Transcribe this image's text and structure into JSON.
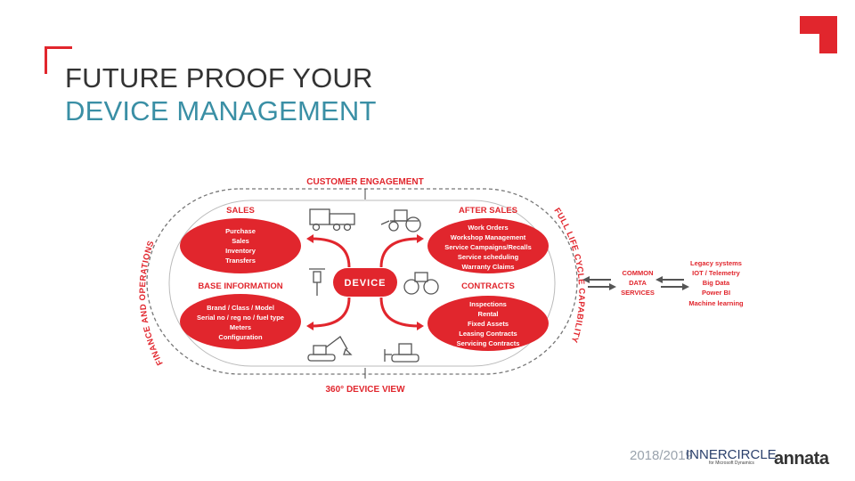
{
  "slide": {
    "title_line1": "FUTURE PROOF YOUR",
    "title_line2": "DEVICE MANAGEMENT",
    "accent_color": "#e1262d",
    "title_color": "#333333",
    "subtitle_color": "#3a8fa5"
  },
  "diagram": {
    "top_label": "CUSTOMER  ENGAGEMENT",
    "bottom_label": "360° DEVICE VIEW",
    "left_arc_label": "FINANCE AND OPERATIONS",
    "right_arc_label": "FULL LIFE CYCLE CAPABILITY",
    "center_label": "DEVICE",
    "sales": {
      "heading": "SALES",
      "items": [
        "Purchase",
        "Sales",
        "Inventory",
        "Transfers"
      ]
    },
    "base_information": {
      "heading": "BASE INFORMATION",
      "items": [
        "Brand / Class / Model",
        "Serial no / reg no / fuel type",
        "Meters",
        "Configuration"
      ]
    },
    "after_sales": {
      "heading": "AFTER SALES",
      "items": [
        "Work Orders",
        "Workshop Management",
        "Service Campaigns/Recalls",
        "Service scheduling",
        "Warranty Claims"
      ]
    },
    "contracts": {
      "heading": "CONTRACTS",
      "items": [
        "Inspections",
        "Rental",
        "Fixed Assets",
        "Leasing Contracts",
        "Servicing Contracts"
      ]
    },
    "common_data": [
      "COMMON",
      "DATA",
      "SERVICES"
    ],
    "external": [
      "Legacy systems",
      "IOT / Telemetry",
      "Big Data",
      "Power BI",
      "Machine learning"
    ],
    "icons": [
      "truck-icon",
      "tractor-icon",
      "jackhammer-icon",
      "roller-icon",
      "excavator-icon",
      "bulldozer-icon"
    ]
  },
  "footer": {
    "year": "2018/2019",
    "event": "INNERCIRCLE",
    "event_sub": "for Microsoft Dynamics",
    "brand": "annata"
  }
}
